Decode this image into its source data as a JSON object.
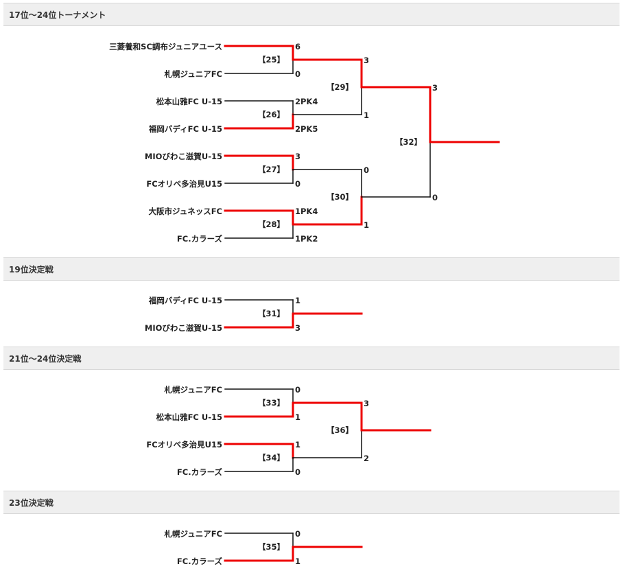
{
  "sections": [
    {
      "title": "17位～24位トーナメント",
      "teams": [
        "三菱養和SC調布ジュニアユース",
        "札幌ジュニアFC",
        "松本山雅FC U-15",
        "福岡バディFC U-15",
        "MIOびわこ滋賀U-15",
        "FCオリベ多治見U15",
        "大阪市ジュネッスFC",
        "FC.カラーズ"
      ],
      "matches": [
        {
          "label": "【25】",
          "scores": [
            "6",
            "0"
          ]
        },
        {
          "label": "【26】",
          "scores": [
            "2PK4",
            "2PK5"
          ]
        },
        {
          "label": "【27】",
          "scores": [
            "3",
            "0"
          ]
        },
        {
          "label": "【28】",
          "scores": [
            "1PK4",
            "1PK2"
          ]
        },
        {
          "label": "【29】",
          "scores": [
            "3",
            "1"
          ]
        },
        {
          "label": "【30】",
          "scores": [
            "0",
            "1"
          ]
        },
        {
          "label": "【32】",
          "scores": [
            "3",
            "0"
          ]
        }
      ]
    },
    {
      "title": "19位決定戦",
      "teams": [
        "福岡バディFC U-15",
        "MIOびわこ滋賀U-15"
      ],
      "matches": [
        {
          "label": "【31】",
          "scores": [
            "1",
            "3"
          ]
        }
      ]
    },
    {
      "title": "21位～24位決定戦",
      "teams": [
        "札幌ジュニアFC",
        "松本山雅FC U-15",
        "FCオリベ多治見U15",
        "FC.カラーズ"
      ],
      "matches": [
        {
          "label": "【33】",
          "scores": [
            "0",
            "1"
          ]
        },
        {
          "label": "【34】",
          "scores": [
            "1",
            "0"
          ]
        },
        {
          "label": "【36】",
          "scores": [
            "3",
            "2"
          ]
        }
      ]
    },
    {
      "title": "23位決定戦",
      "teams": [
        "札幌ジュニアFC",
        "FC.カラーズ"
      ],
      "matches": [
        {
          "label": "【35】",
          "scores": [
            "0",
            "1"
          ]
        }
      ]
    }
  ],
  "colors": {
    "winner_line": "#ee0000",
    "loser_line": "#111111",
    "header_bg": "#efefef"
  }
}
